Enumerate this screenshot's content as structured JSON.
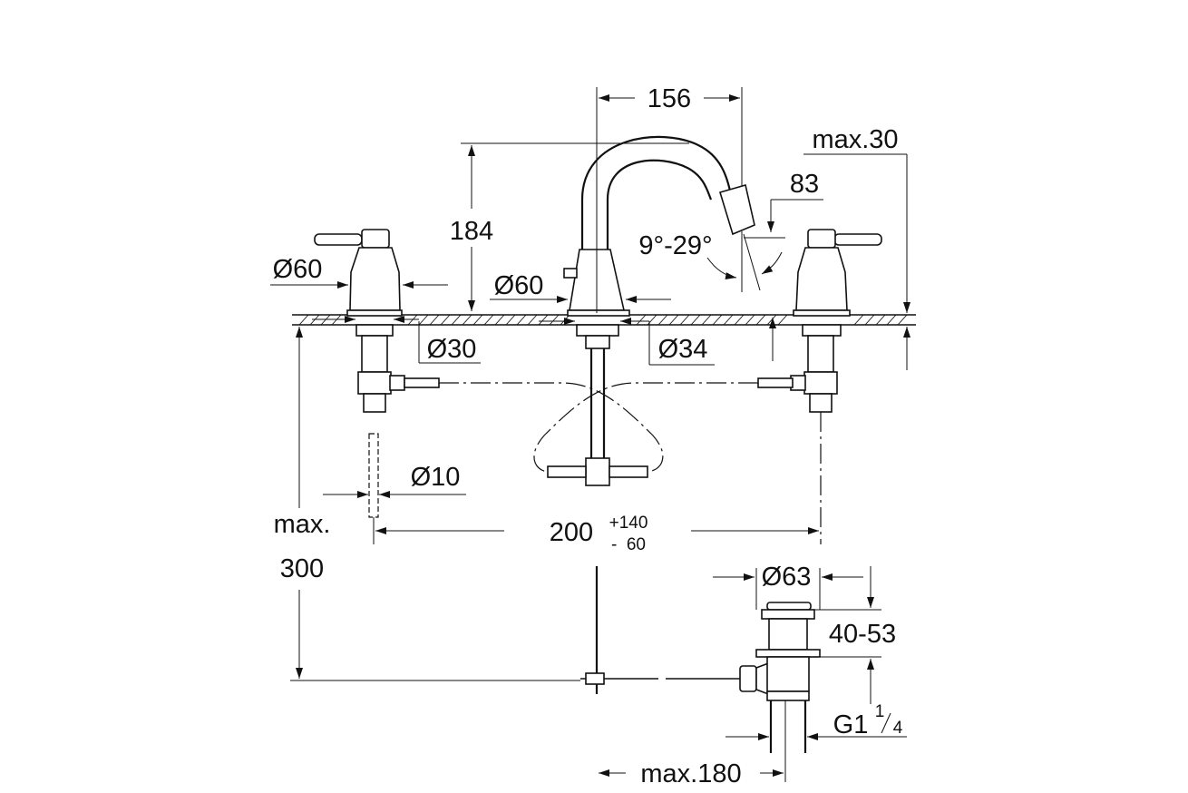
{
  "dimensions": {
    "spout_reach": "156",
    "spout_height": "184",
    "max_thickness": "max.30",
    "aerator_height": "83",
    "spout_angle": "9°-29°",
    "handle_base_dia": "Ø60",
    "spout_base_dia": "Ø60",
    "handle_hole_dia": "Ø30",
    "spout_hole_dia": "Ø34",
    "hose_dia": "Ø10",
    "max_label": "max.",
    "max_300": "300",
    "spacing_main": "200",
    "spacing_plus": "+140",
    "spacing_minus": "-  60",
    "waste_dia": "Ø63",
    "waste_range": "40-53",
    "thread_main": "G1",
    "thread_num": "1",
    "thread_den": "4",
    "max_180": "max.180"
  }
}
